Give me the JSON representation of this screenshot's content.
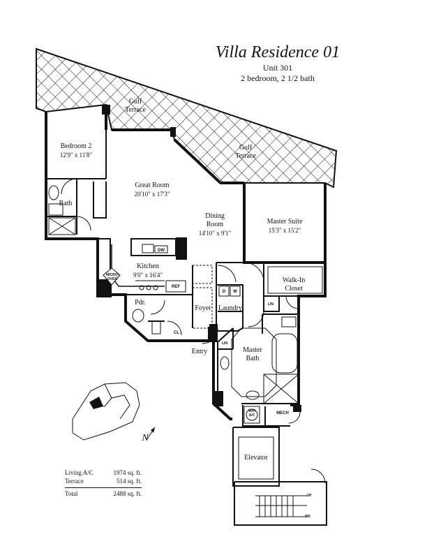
{
  "header": {
    "title": "Villa Residence 01",
    "unit": "Unit 301",
    "description": "2 bedroom, 2 1/2 bath"
  },
  "rooms": {
    "gulf_terrace_1": {
      "name": "Gulf",
      "name2": "Terrace"
    },
    "gulf_terrace_2": {
      "name": "Gulf",
      "name2": "Terrace"
    },
    "bedroom2": {
      "name": "Bedroom 2",
      "dims": "12'9\" x 11'8\""
    },
    "bath": {
      "name": "Bath"
    },
    "great_room": {
      "name": "Great Room",
      "dims": "20'10\" x 17'3\""
    },
    "dining_room": {
      "name": "Dining",
      "name2": "Room",
      "dims": "14'10\" x 9'1\""
    },
    "master_suite": {
      "name": "Master Suite",
      "dims": "15'3\" x 15'2\""
    },
    "kitchen": {
      "name": "Kitchen",
      "dims": "9'0\" x 16'4\""
    },
    "walk_in_closet": {
      "name": "Walk-In",
      "name2": "Closet"
    },
    "powder": {
      "name": "Pdr."
    },
    "foyer": {
      "name": "Foyer"
    },
    "laundry": {
      "name": "Laundry"
    },
    "master_bath": {
      "name": "Master",
      "name2": "Bath"
    },
    "entry": {
      "name": "Entry"
    },
    "elevator": {
      "name": "Elevator"
    }
  },
  "fixtures": {
    "dw": "DW",
    "micro_oven": "MICRO/",
    "micro_oven2": "OVEN",
    "ref": "REF",
    "cl": "CL",
    "d": "D",
    "w": "W",
    "lin1": "LIN",
    "lin2": "LIN",
    "wh": "W/H",
    "ac": "A/C",
    "mech": "MECH",
    "up": "UP",
    "dn": "DN"
  },
  "areas": [
    {
      "label": "Living A/C",
      "value": "1974 sq. ft."
    },
    {
      "label": "Terrace",
      "value": "514 sq. ft."
    }
  ],
  "total": {
    "label": "Total",
    "value": "2488 sq. ft."
  },
  "north": "N"
}
